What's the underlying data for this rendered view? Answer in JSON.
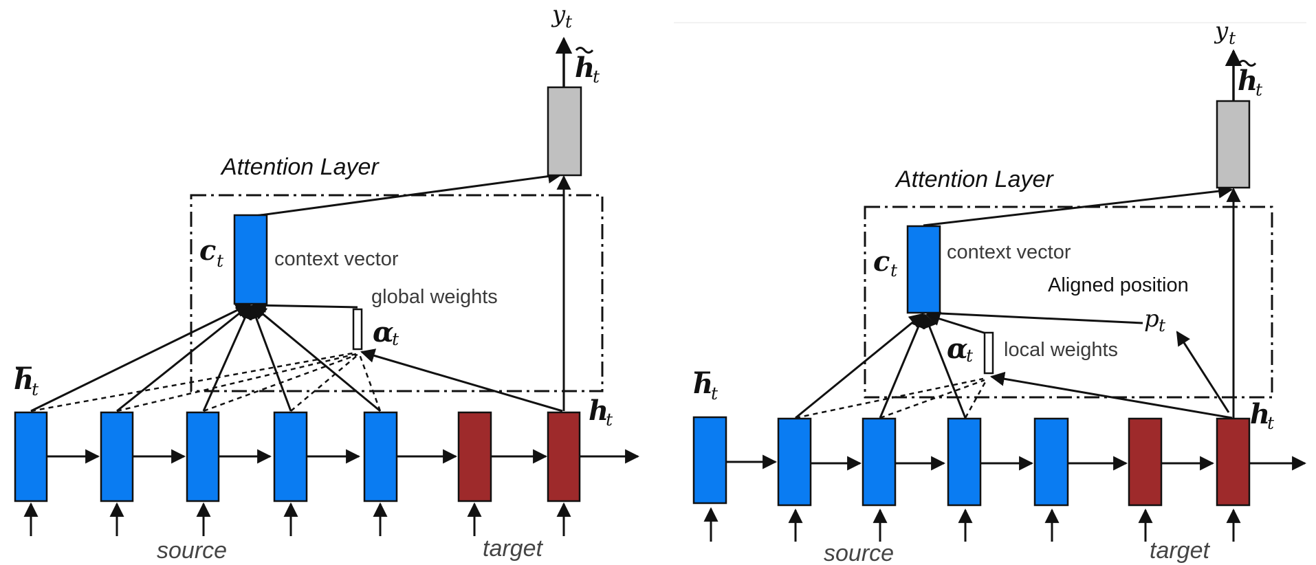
{
  "colors": {
    "source_cell": "#0a7cf2",
    "target_cell": "#9e2a2b",
    "attention_out": "#c0c0c0",
    "stroke": "#111111"
  },
  "global": {
    "attention_layer": "Attention Layer",
    "context_vector": "context vector",
    "weights_label": "global weights",
    "source": "source",
    "target": "target",
    "c_sub": "t",
    "a_sub": "t",
    "h_sub": "t",
    "hbar_sub": "t",
    "htil_sub": "t",
    "y_sub": "t"
  },
  "local": {
    "attention_layer": "Attention Layer",
    "context_vector": "context vector",
    "aligned_position": "Aligned position",
    "weights_label": "local weights",
    "source": "source",
    "target": "target",
    "p_sub": "t",
    "c_sub": "t",
    "a_sub": "t",
    "h_sub": "t",
    "hbar_sub": "t",
    "htil_sub": "t",
    "y_sub": "t"
  },
  "symbols": {
    "c": "c",
    "alpha": "α",
    "h": "h",
    "y": "y",
    "p": "p"
  }
}
